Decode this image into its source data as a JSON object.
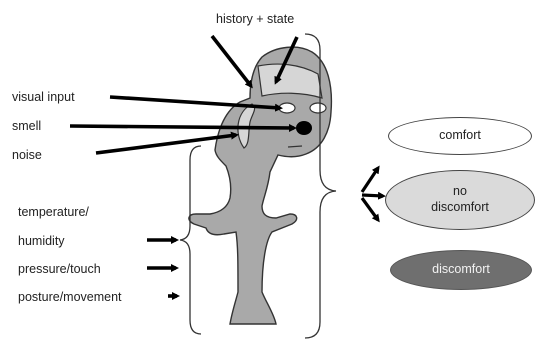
{
  "top_label": "history + state",
  "inputs": {
    "visual": "visual input",
    "smell": "smell",
    "noise": "noise",
    "temperature": "temperature/",
    "humidity": "humidity",
    "pressure": "pressure/touch",
    "posture": "posture/movement"
  },
  "outcomes": {
    "comfort": "comfort",
    "no_discomfort_line1": "no",
    "no_discomfort_line2": "discomfort",
    "discomfort": "discomfort"
  },
  "colors": {
    "body": "#a9a9a9",
    "head_band": "#d6d6d6",
    "outline": "#333333",
    "comfort_fill": "#ffffff",
    "no_discomfort_fill": "#dadada",
    "discomfort_fill": "#6f6f6f"
  }
}
